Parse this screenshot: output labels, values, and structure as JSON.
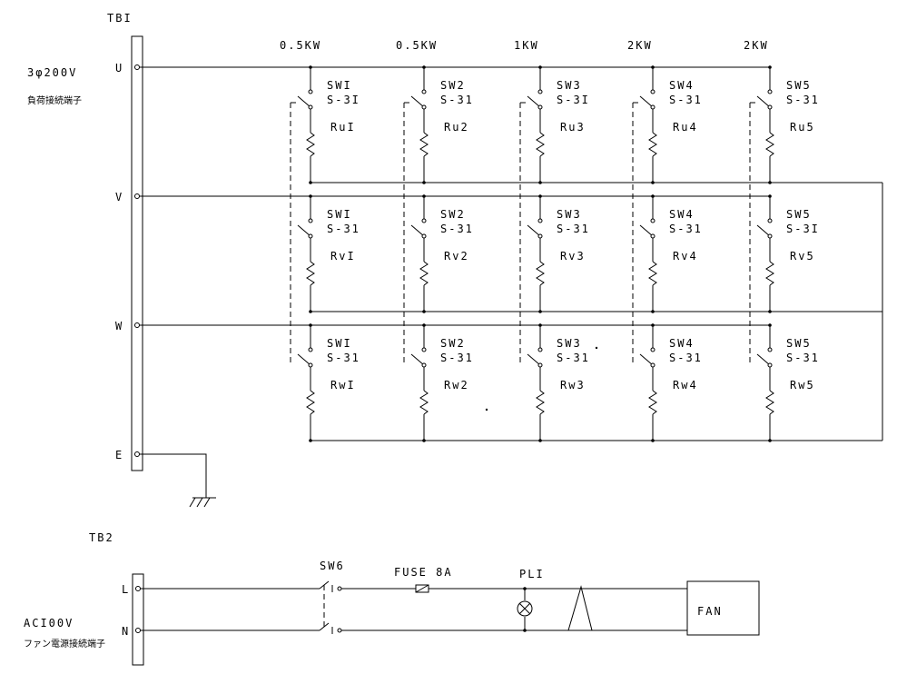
{
  "tb1": {
    "label": "TBI",
    "voltage": "3φ200V",
    "description": "負荷接続端子",
    "terminals": [
      "U",
      "V",
      "W",
      "E"
    ]
  },
  "ratings": [
    "0.5KW",
    "0.5KW",
    "1KW",
    "2KW",
    "2KW"
  ],
  "switch_model": "S-31",
  "rows": [
    {
      "phase": "U",
      "switches": [
        "SWI",
        "SW2",
        "SW3",
        "SW4",
        "SW5"
      ],
      "models": [
        "S-3I",
        "S-31",
        "S-3I",
        "S-31",
        "S-31"
      ],
      "resistors": [
        "RuI",
        "Ru2",
        "Ru3",
        "Ru4",
        "Ru5"
      ]
    },
    {
      "phase": "V",
      "switches": [
        "SWI",
        "SW2",
        "SW3",
        "SW4",
        "SW5"
      ],
      "models": [
        "S-31",
        "S-31",
        "S-31",
        "S-31",
        "S-3I"
      ],
      "resistors": [
        "RvI",
        "Rv2",
        "Rv3",
        "Rv4",
        "Rv5"
      ]
    },
    {
      "phase": "W",
      "switches": [
        "SWI",
        "SW2",
        "SW3",
        "SW4",
        "SW5"
      ],
      "models": [
        "S-31",
        "S-31",
        "S-31",
        "S-31",
        "S-31"
      ],
      "resistors": [
        "RwI",
        "Rw2",
        "Rw3",
        "Rw4",
        "Rw5"
      ]
    }
  ],
  "tb2": {
    "label": "TB2",
    "voltage": "ACI00V",
    "description": "ファン電源接続端子",
    "terminals": [
      "L",
      "N"
    ]
  },
  "fan_circuit": {
    "switch": "SW6",
    "fuse": "FUSE 8A",
    "lamp": "PLI",
    "fan": "FAN"
  }
}
